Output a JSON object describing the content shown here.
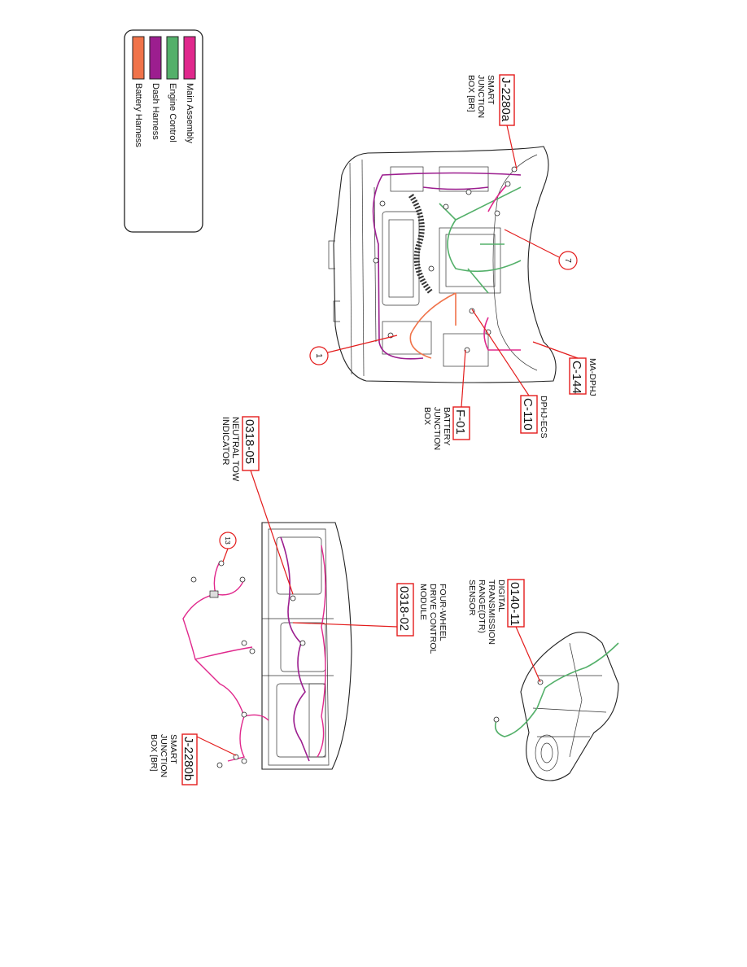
{
  "legend": {
    "items": [
      {
        "label": "Main Assembly",
        "color": "#e0288c"
      },
      {
        "label": "Engine Control",
        "color": "#54b06a"
      },
      {
        "label": "Dash Harness",
        "color": "#9c1e8f"
      },
      {
        "label": "Battery Harness",
        "color": "#f0734a"
      }
    ]
  },
  "callouts": [
    {
      "id": "j2280a",
      "code": "J-2280a",
      "lines": [
        "SMART",
        "JUNCTION",
        "BOX [BR]"
      ]
    },
    {
      "id": "c144",
      "code": "C-144",
      "lines": [
        "MA-DPHJ"
      ]
    },
    {
      "id": "c110",
      "code": "C-110",
      "lines": [
        "DPHJ-ECS"
      ]
    },
    {
      "id": "f01",
      "code": "F-01",
      "lines": [
        "BATTERY",
        "JUNCTION",
        "BOX"
      ]
    },
    {
      "id": "0318-05",
      "code": "0318-05",
      "lines": [
        "NEUTRAL TOW",
        "INDICATOR"
      ]
    },
    {
      "id": "0140-11",
      "code": "0140-11",
      "lines": [
        "DIGITAL",
        "TRANSMISSION",
        "RANGE(DTR)",
        "SENSOR"
      ]
    },
    {
      "id": "0318-02",
      "code": "0318-02",
      "lines": [
        "FOUR-WHEEL",
        "DRIVE CONTROL",
        "MODULE"
      ]
    },
    {
      "id": "j2280b",
      "code": "J-2280b",
      "lines": [
        "SMART",
        "JUNCTION",
        "BOX [BR]"
      ]
    }
  ],
  "view_markers": [
    "7",
    "1",
    "13"
  ]
}
